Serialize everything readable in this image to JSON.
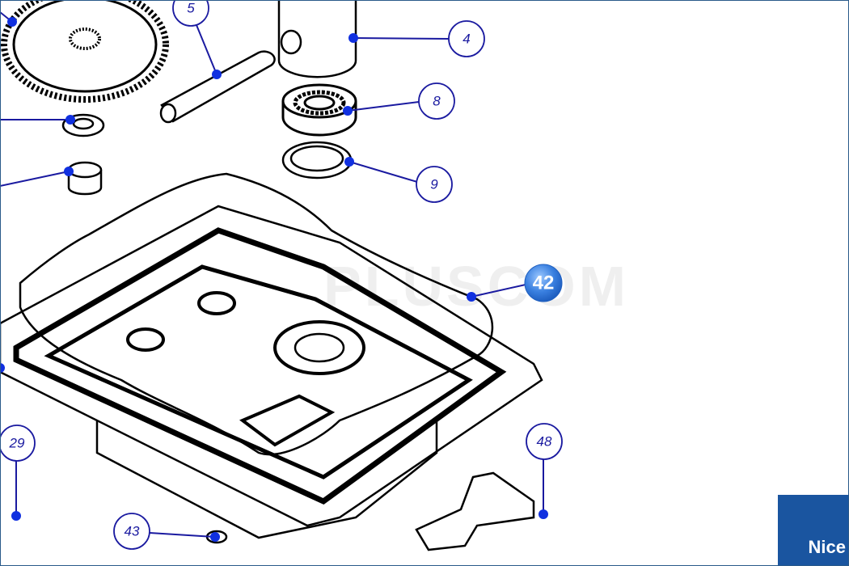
{
  "watermark": "PLUSCOM",
  "brand": {
    "logo_text": "Nice",
    "color": "#1a55a0"
  },
  "callouts": [
    {
      "id": "5",
      "label": "5",
      "highlighted": false
    },
    {
      "id": "4",
      "label": "4",
      "highlighted": false
    },
    {
      "id": "8",
      "label": "8",
      "highlighted": false
    },
    {
      "id": "9",
      "label": "9",
      "highlighted": false
    },
    {
      "id": "42",
      "label": "42",
      "highlighted": true
    },
    {
      "id": "29",
      "label": "29",
      "highlighted": false
    },
    {
      "id": "43",
      "label": "43",
      "highlighted": false
    },
    {
      "id": "48",
      "label": "48",
      "highlighted": false
    }
  ],
  "colors": {
    "callout": "#1a1aa0",
    "dot": "#1030e0",
    "highlight": "#3a80e0"
  }
}
